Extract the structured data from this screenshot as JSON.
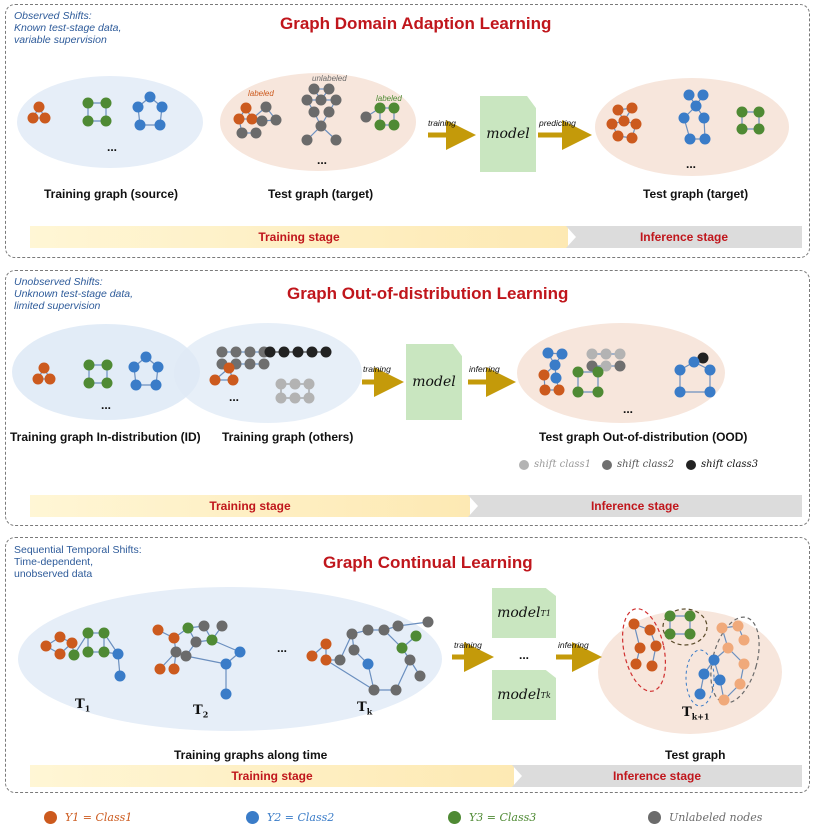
{
  "colors": {
    "class1": "#cc5a1e",
    "class2": "#3a7cc8",
    "class3": "#4f8a34",
    "unlabeled": "#6b6b6b",
    "shift1": "#b3b3b3",
    "shift2": "#6f6f6f",
    "shift3": "#222222",
    "title": "#c0161c",
    "note": "#2e5b9a",
    "model": "#c9e6c0",
    "arrow": "#c49a0a"
  },
  "panel1": {
    "note": [
      "Observed Shifts:",
      "Known test-stage data,",
      "variable supervision"
    ],
    "title": "Graph Domain Adaption Learning",
    "source_label": "Training graph (source)",
    "target_label": "Test graph (target)",
    "result_label": "Test graph (target)",
    "tag_labeled_left": "labeled",
    "tag_unlabeled": "unlabeled",
    "tag_labeled_right": "labeled",
    "arrow_train": "training",
    "arrow_predict": "predicting",
    "model": "model",
    "ellipsis": "...",
    "stage_train": "Training stage",
    "stage_infer": "Inference stage"
  },
  "panel2": {
    "note": [
      "Unobserved Shifts:",
      "Unknown test-stage data,",
      "limited supervision"
    ],
    "title": "Graph Out-of-distribution Learning",
    "id_label": "Training graph In-distribution (ID)",
    "others_label": "Training graph (others)",
    "ood_label": "Test graph Out-of-distribution (OOD)",
    "arrow_train": "training",
    "arrow_infer": "inferring",
    "model": "model",
    "ellipsis": "...",
    "shift_legend": [
      "shift class1",
      "shift class2",
      "shift class3"
    ],
    "stage_train": "Training stage",
    "stage_infer": "Inference stage"
  },
  "panel3": {
    "note": [
      "Sequential Temporal Shifts:",
      "Time-dependent,",
      "unobserved data"
    ],
    "title": "Graph Continual Learning",
    "time_labels": [
      "T",
      "T",
      "T",
      "T"
    ],
    "time_subs": [
      "1",
      "2",
      "k",
      "k+1"
    ],
    "models": [
      {
        "name": "model",
        "sub": "T1"
      },
      {
        "name": "model",
        "sub": "Tk"
      }
    ],
    "arrow_train": "training",
    "arrow_infer": "inferring",
    "ellipsis": "...",
    "train_label": "Training graphs along time",
    "test_label": "Test graph",
    "stage_train": "Training stage",
    "stage_infer": "Inference stage"
  },
  "legend": [
    {
      "text": "Y1 = Class1",
      "color": "class1"
    },
    {
      "text": "Y2 = Class2",
      "color": "class2"
    },
    {
      "text": "Y3 = Class3",
      "color": "class3"
    },
    {
      "text": "Unlabeled nodes",
      "color": "unlabeled"
    }
  ]
}
